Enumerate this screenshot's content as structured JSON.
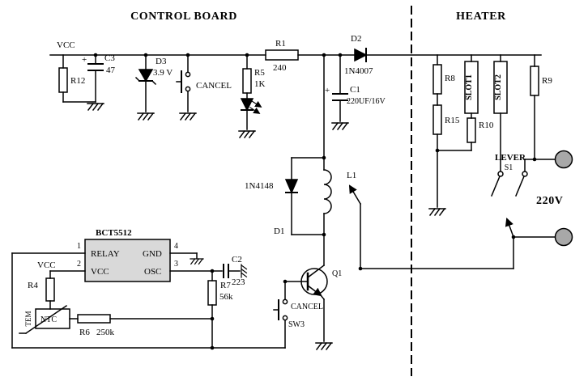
{
  "titles": {
    "control_board": "CONTROL BOARD",
    "heater": "HEATER"
  },
  "colors": {
    "ic_fill": "#d9d9d9",
    "terminal_fill": "#a8a8a8"
  },
  "labels": {
    "vcc_rail": "VCC",
    "r12": "R12",
    "c3_plus": "+",
    "c3": "C3",
    "c3_value": "47",
    "d3": "D3",
    "d3_value": "3.9 V",
    "cancel_top": "CANCEL",
    "r5": "R5",
    "r5_value": "1K",
    "r1": "R1",
    "r1_value": "240",
    "d2": "D2",
    "d2_value": "1N4007",
    "c1_plus": "+",
    "c1": "C1",
    "c1_value": "220UF/16V",
    "d1_value": "1N4148",
    "d1": "D1",
    "l1": "L1",
    "ic_name": "BCT5512",
    "pin1": "1",
    "pin2": "2",
    "pin3": "3",
    "pin4": "4",
    "ic_relay": "RELAY",
    "ic_vcc": "VCC",
    "ic_gnd": "GND",
    "ic_osc": "OSC",
    "vcc_ic": "VCC",
    "r4": "R4",
    "tem": "TEM",
    "ntc": "NTC",
    "r6": "R6",
    "r6_value": "250k",
    "r7": "R7",
    "r7_value": "56k",
    "c2": "C2",
    "c2_value": "223",
    "q1": "Q1",
    "cancel_sw": "CANCEL",
    "sw3": "SW3",
    "r8": "R8",
    "r15": "R15",
    "r10": "R10",
    "r9": "R9",
    "slot1": "SLOT1",
    "slot2": "SLOT2",
    "lever": "LEVER",
    "s1": "S1",
    "v220": "220V"
  }
}
